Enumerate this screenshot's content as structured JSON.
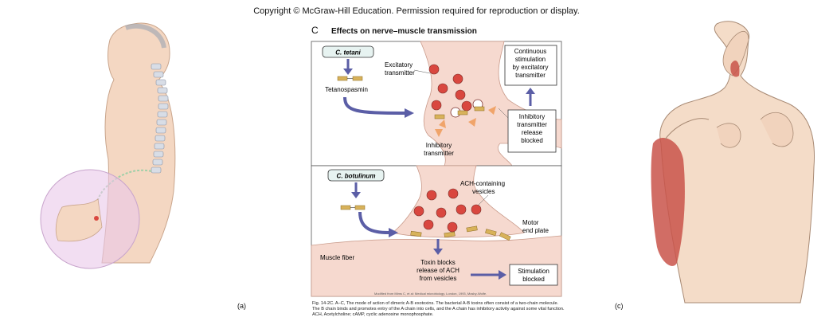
{
  "copyright": "Copyright © McGraw-Hill Education. Permission required for reproduction or display.",
  "panel_labels": {
    "a": "(a)",
    "c": "(c)"
  },
  "diagram": {
    "letter": "C",
    "title": "Effects on nerve–muscle transmission",
    "tetanus": {
      "organism": "C. tetani",
      "toxin": "Tetanospasmin",
      "excitatory": [
        "Excitatory",
        "transmitter"
      ],
      "inhibitory": [
        "Inhibitory",
        "transmitter"
      ],
      "continuous": [
        "Continuous",
        "stimulation",
        "by excitatory",
        "transmitter"
      ],
      "blocked": [
        "Inhibitory",
        "transmitter",
        "release",
        "blocked"
      ]
    },
    "botulism": {
      "organism": "C. botulinum",
      "vesicles": [
        "ACH-containing",
        "vesicles"
      ],
      "motor": [
        "Motor",
        "end plate"
      ],
      "muscle": "Muscle fiber",
      "toxin_blocks": [
        "Toxin blocks",
        "release of ACH",
        "from vesicles"
      ],
      "stim_blocked": [
        "Stimulation",
        "blocked"
      ]
    }
  },
  "credit": "Modified from Mims C, et al: Medical microbiology. London, 1993, Mosby-Wolfe.",
  "caption": "Fig. 14-2C. A–C, The mode of action of dimeric A-B exotoxins. The bacterial A-B toxins often consist of a two-chain molecule. The B chain binds and promotes entry of the A chain into cells, and the A chain has inhibitory activity against some vital function. ACH, Acetylcholine; cAMP, cyclic adenosine monophosphate.",
  "colors": {
    "pink": "#f6d9cf",
    "cell": "#fbe4dc",
    "dot": "#d9473f",
    "toxin": "#d8b25a",
    "arrow": "#5b5ea6",
    "box": "#e7f3f1"
  }
}
